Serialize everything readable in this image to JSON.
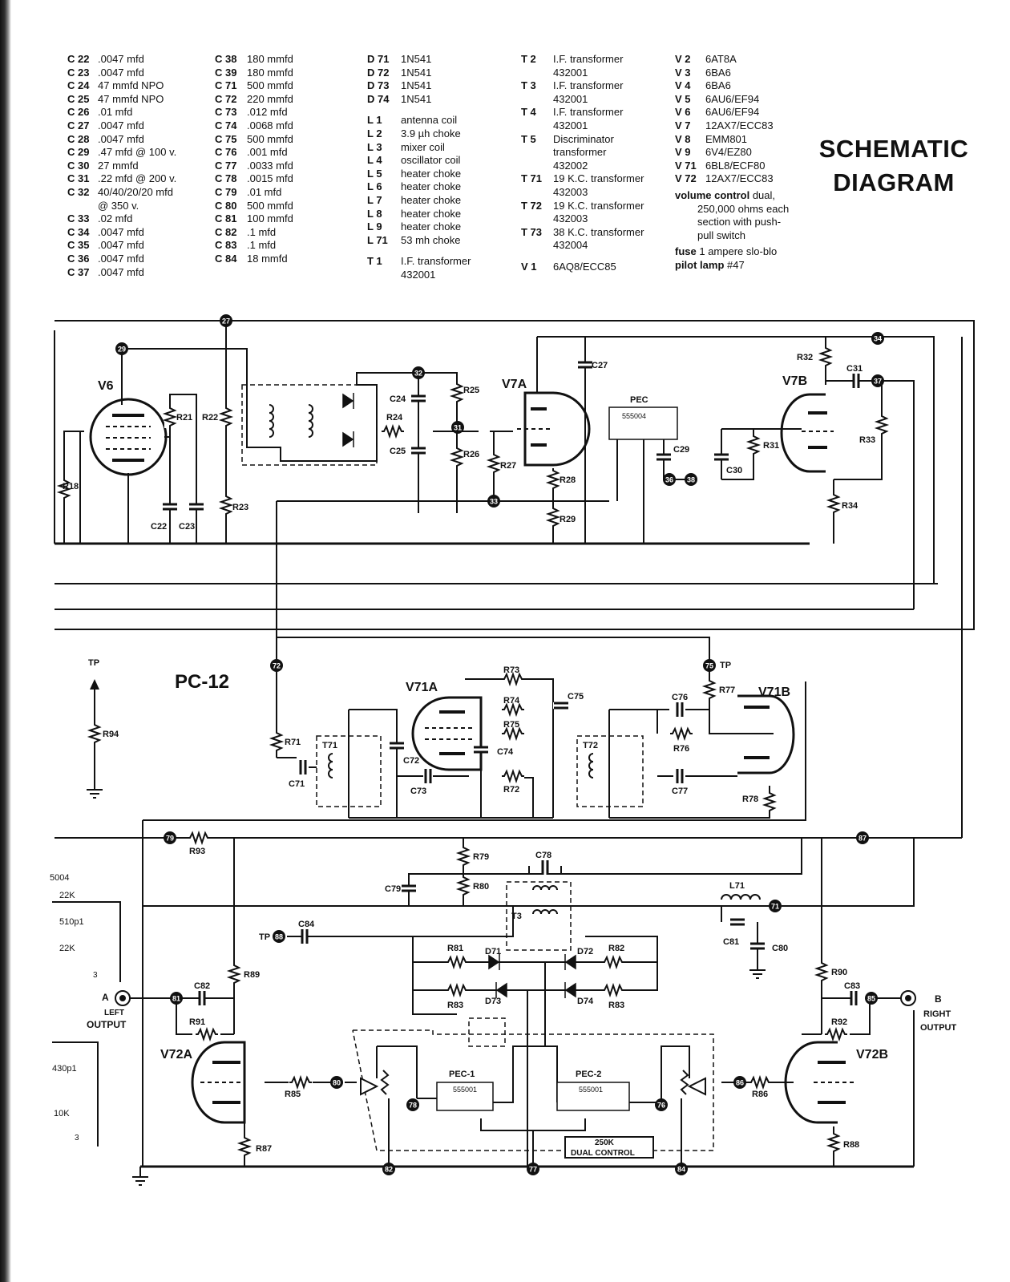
{
  "title": {
    "line1": "SCHEMATIC",
    "line2": "DIAGRAM"
  },
  "parts": {
    "col1": [
      {
        "ref": "C 22",
        "desc": ".0047 mfd"
      },
      {
        "ref": "C 23",
        "desc": ".0047 mfd"
      },
      {
        "ref": "C 24",
        "desc": "47 mmfd NPO"
      },
      {
        "ref": "C 25",
        "desc": "47 mmfd NPO"
      },
      {
        "ref": "C 26",
        "desc": ".01 mfd"
      },
      {
        "ref": "C 27",
        "desc": ".0047 mfd"
      },
      {
        "ref": "C 28",
        "desc": ".0047 mfd"
      },
      {
        "ref": "C 29",
        "desc": ".47 mfd @ 100 v."
      },
      {
        "ref": "C 30",
        "desc": "27 mmfd"
      },
      {
        "ref": "C 31",
        "desc": ".22 mfd @ 200 v."
      },
      {
        "ref": "C 32",
        "desc": "40/40/20/20 mfd",
        "extra": "@ 350 v."
      },
      {
        "ref": "C 33",
        "desc": ".02 mfd"
      },
      {
        "ref": "C 34",
        "desc": ".0047 mfd"
      },
      {
        "ref": "C 35",
        "desc": ".0047 mfd"
      },
      {
        "ref": "C 36",
        "desc": ".0047 mfd"
      },
      {
        "ref": "C 37",
        "desc": ".0047 mfd"
      }
    ],
    "col2": [
      {
        "ref": "C 38",
        "desc": "180 mmfd"
      },
      {
        "ref": "C 39",
        "desc": "180 mmfd"
      },
      {
        "ref": "C 71",
        "desc": "500 mmfd"
      },
      {
        "ref": "C 72",
        "desc": "220 mmfd"
      },
      {
        "ref": "C 73",
        "desc": ".012 mfd"
      },
      {
        "ref": "C 74",
        "desc": ".0068 mfd"
      },
      {
        "ref": "C 75",
        "desc": "500 mmfd"
      },
      {
        "ref": "C 76",
        "desc": ".001 mfd"
      },
      {
        "ref": "C 77",
        "desc": ".0033 mfd"
      },
      {
        "ref": "C 78",
        "desc": ".0015 mfd"
      },
      {
        "ref": "C 79",
        "desc": ".01 mfd"
      },
      {
        "ref": "C 80",
        "desc": "500 mmfd"
      },
      {
        "ref": "C 81",
        "desc": "100 mmfd"
      },
      {
        "ref": "C 82",
        "desc": ".1 mfd"
      },
      {
        "ref": "C 83",
        "desc": ".1 mfd"
      },
      {
        "ref": "C 84",
        "desc": "18 mmfd"
      }
    ],
    "col3a": [
      {
        "ref": "D 71",
        "desc": "1N541"
      },
      {
        "ref": "D 72",
        "desc": "1N541"
      },
      {
        "ref": "D 73",
        "desc": "1N541"
      },
      {
        "ref": "D 74",
        "desc": "1N541"
      }
    ],
    "col3b": [
      {
        "ref": "L 1",
        "desc": "antenna coil"
      },
      {
        "ref": "L 2",
        "desc": "3.9 µh choke"
      },
      {
        "ref": "L 3",
        "desc": "mixer coil"
      },
      {
        "ref": "L 4",
        "desc": "oscillator coil"
      },
      {
        "ref": "L 5",
        "desc": "heater choke"
      },
      {
        "ref": "L 6",
        "desc": "heater choke"
      },
      {
        "ref": "L 7",
        "desc": "heater choke"
      },
      {
        "ref": "L 8",
        "desc": "heater choke"
      },
      {
        "ref": "L 9",
        "desc": "heater choke"
      },
      {
        "ref": "L 71",
        "desc": "53 mh choke"
      }
    ],
    "col3c": [
      {
        "ref": "T 1",
        "desc": "I.F. transformer",
        "extra": "432001"
      }
    ],
    "col4": [
      {
        "ref": "T 2",
        "desc": "I.F. transformer",
        "extra": "432001"
      },
      {
        "ref": "T 3",
        "desc": "I.F. transformer",
        "extra": "432001"
      },
      {
        "ref": "T 4",
        "desc": "I.F. transformer",
        "extra": "432001"
      },
      {
        "ref": "T 5",
        "desc": "Discriminator",
        "extra": "transformer",
        "extra2": "432002"
      },
      {
        "ref": "T 71",
        "desc": "19 K.C. transformer",
        "extra": "432003"
      },
      {
        "ref": "T 72",
        "desc": "19 K.C. transformer",
        "extra": "432003"
      },
      {
        "ref": "T 73",
        "desc": "38 K.C. transformer",
        "extra": "432004"
      }
    ],
    "col4b": [
      {
        "ref": "V 1",
        "desc": "6AQ8/ECC85"
      }
    ],
    "col5": [
      {
        "ref": "V 2",
        "desc": "6AT8A"
      },
      {
        "ref": "V 3",
        "desc": "6BA6"
      },
      {
        "ref": "V 4",
        "desc": "6BA6"
      },
      {
        "ref": "V 5",
        "desc": "6AU6/EF94"
      },
      {
        "ref": "V 6",
        "desc": "6AU6/EF94"
      },
      {
        "ref": "V 7",
        "desc": "12AX7/ECC83"
      },
      {
        "ref": "V 8",
        "desc": "EMM801"
      },
      {
        "ref": "V 9",
        "desc": "6V4/EZ80"
      },
      {
        "ref": "V 71",
        "desc": "6BL8/ECF80"
      },
      {
        "ref": "V 72",
        "desc": "12AX7/ECC83"
      }
    ],
    "notes": {
      "volume_label": "volume control",
      "volume_line1": "dual,",
      "volume_line2": "250,000 ohms each",
      "volume_line3": "section with push-",
      "volume_line4": "pull switch",
      "fuse_label": "fuse",
      "fuse_value": "1 ampere slo-blo",
      "lamp_label": "pilot lamp",
      "lamp_value": "#47"
    }
  },
  "schematic": {
    "board_label": "PC-12",
    "tubes": [
      "V6",
      "V7A",
      "V7B",
      "V71A",
      "V71B",
      "V72A",
      "V72B"
    ],
    "pec_labels": [
      "PEC",
      "555004",
      "PEC-1",
      "555001",
      "PEC-2",
      "555001"
    ],
    "control_label_1": "250K",
    "control_label_2": "DUAL CONTROL",
    "outputs": {
      "a": "A",
      "a_1": "LEFT",
      "a_2": "OUTPUT",
      "b": "B",
      "b_1": "RIGHT",
      "b_2": "OUTPUT"
    },
    "tp": "TP",
    "fragment_labels": [
      "5004",
      "22K",
      "510p1",
      "22K",
      "3",
      "430p1",
      "10K",
      "3"
    ],
    "nodes": [
      "27",
      "29",
      "32",
      "31",
      "33",
      "34",
      "37",
      "36",
      "38",
      "72",
      "75",
      "79",
      "87",
      "71",
      "88",
      "81",
      "80",
      "78",
      "76",
      "86",
      "85",
      "82",
      "77",
      "84"
    ],
    "resistors": [
      "R18",
      "R21",
      "R22",
      "R23",
      "R24",
      "R25",
      "R26",
      "R27",
      "R28",
      "R29",
      "R31",
      "R32",
      "R33",
      "R34",
      "R71",
      "R72",
      "R73",
      "R74",
      "R75",
      "R76",
      "R77",
      "R78",
      "R79",
      "R80",
      "R81",
      "R82",
      "R83",
      "R83",
      "R85",
      "R86",
      "R87",
      "R88",
      "R89",
      "R90",
      "R91",
      "R92",
      "R93",
      "R94"
    ],
    "capacitors": [
      "C22",
      "C23",
      "C24",
      "C25",
      "C27",
      "C29",
      "C30",
      "C31",
      "C71",
      "C72",
      "C73",
      "C74",
      "C75",
      "C76",
      "C77",
      "C78",
      "C79",
      "C80",
      "C81",
      "C82",
      "C83",
      "C84"
    ],
    "diodes": [
      "D71",
      "D72",
      "D73",
      "D74"
    ],
    "transformers": [
      "T71",
      "T72",
      "T3",
      "L71"
    ]
  }
}
